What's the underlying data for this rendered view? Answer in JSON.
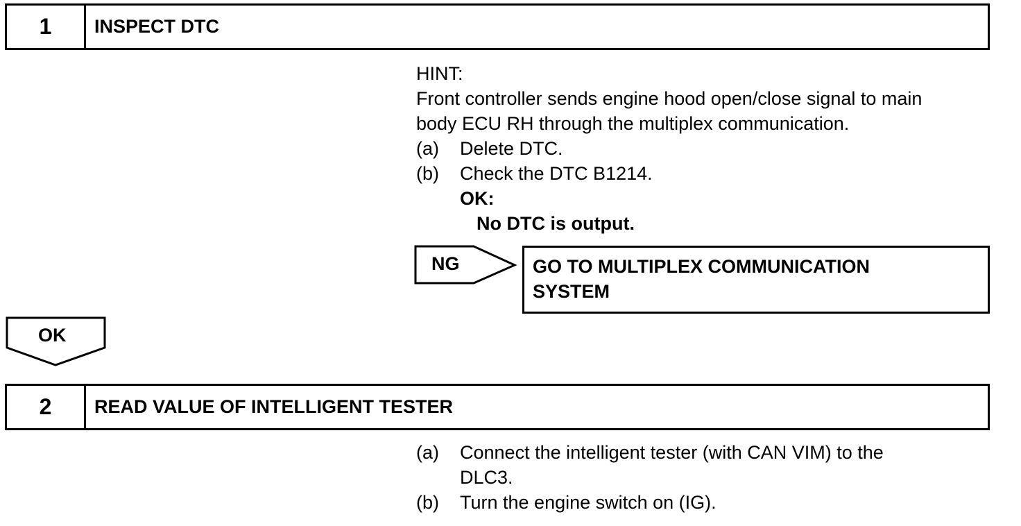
{
  "step1": {
    "number": "1",
    "title": "INSPECT DTC",
    "hint_label": "HINT:",
    "hint_line1": "Front controller sends engine hood open/close signal to main",
    "hint_line2": "body ECU RH through the multiplex communication.",
    "item_a_label": "(a)",
    "item_a_text": "Delete DTC.",
    "item_b_label": "(b)",
    "item_b_text": "Check the DTC B1214.",
    "ok_label": "OK:",
    "ok_result": "No DTC is output."
  },
  "ng_branch": {
    "label": "NG",
    "goto_line1": "GO TO MULTIPLEX COMMUNICATION",
    "goto_line2": "SYSTEM"
  },
  "ok_branch": {
    "label": "OK"
  },
  "step2": {
    "number": "2",
    "title": "READ VALUE OF INTELLIGENT TESTER",
    "item_a_label": "(a)",
    "item_a_line1": "Connect the intelligent tester (with CAN VIM) to the",
    "item_a_line2": "DLC3.",
    "item_b_label": "(b)",
    "item_b_text": "Turn the engine switch on (IG)."
  }
}
